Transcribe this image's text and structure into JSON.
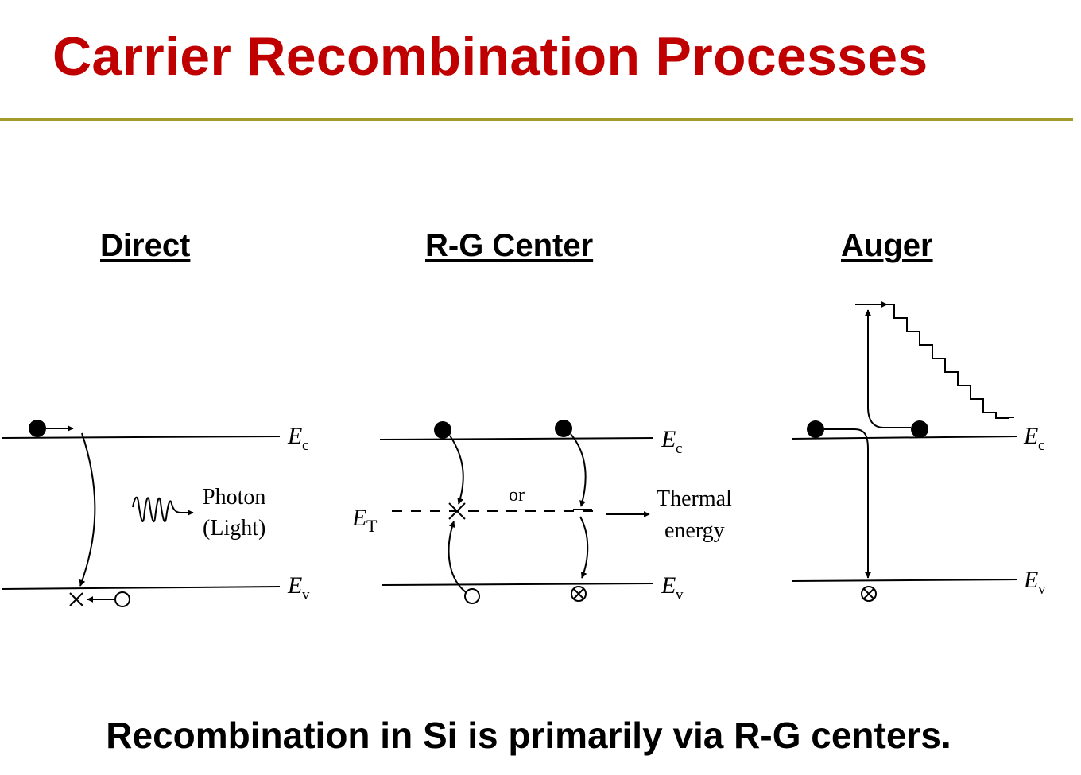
{
  "title": "Carrier Recombination Processes",
  "headings": {
    "direct": "Direct",
    "rg_center": "R-G Center",
    "auger": "Auger"
  },
  "labels": {
    "ec_main": "E",
    "ec_sub": "c",
    "ev_main": "E",
    "ev_sub": "v",
    "et_main": "E",
    "et_sub": "T",
    "photon_line1": "Photon",
    "photon_line2": "(Light)",
    "or": "or",
    "thermal_line1": "Thermal",
    "thermal_line2": "energy"
  },
  "footer": "Recombination in Si is primarily via R-G centers."
}
